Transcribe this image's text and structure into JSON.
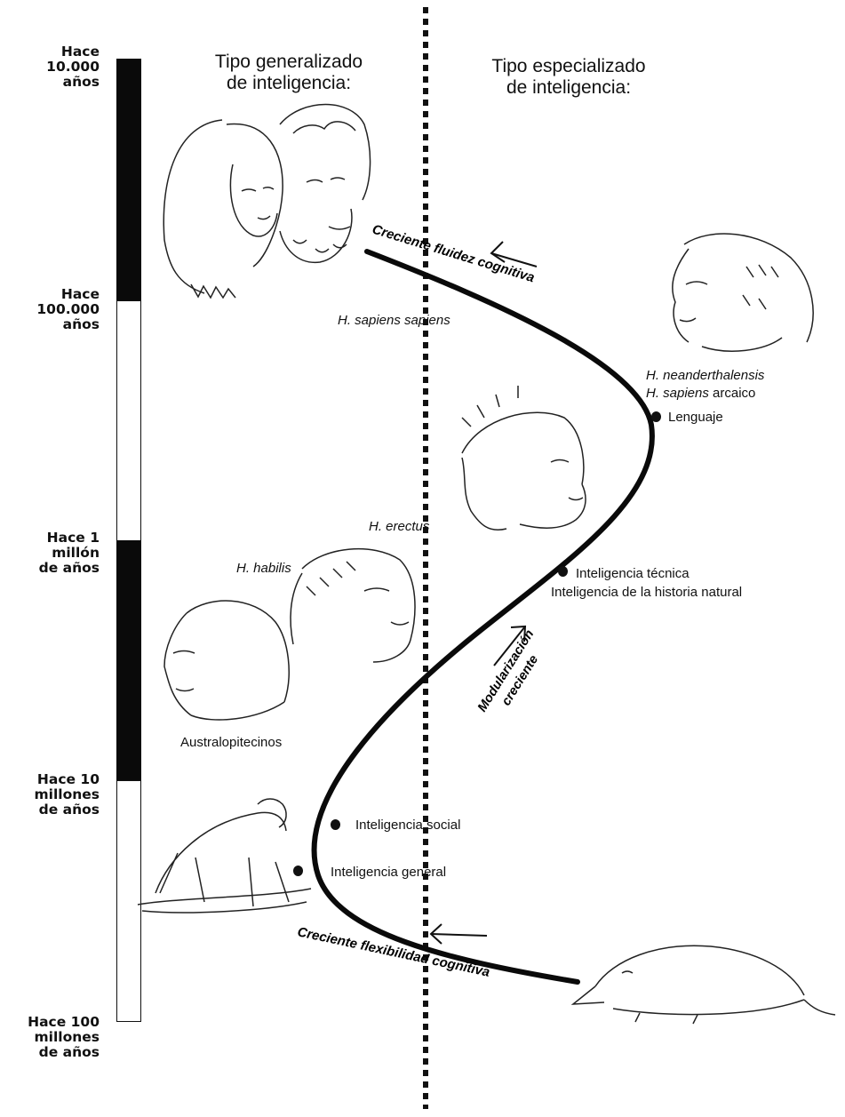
{
  "timeline": {
    "labels": [
      {
        "lines": [
          "Hace",
          "10.000",
          "años"
        ]
      },
      {
        "lines": [
          "Hace",
          "100.000",
          "años"
        ]
      },
      {
        "lines": [
          "Hace 1",
          "millón",
          "de años"
        ]
      },
      {
        "lines": [
          "Hace 10",
          "millones",
          "de años"
        ]
      },
      {
        "lines": [
          "Hace 100",
          "millones",
          "de años"
        ]
      }
    ]
  },
  "headers": {
    "generalized": [
      "Tipo generalizado",
      "de inteligencia:"
    ],
    "specialized": [
      "Tipo especializado",
      "de inteligencia:"
    ]
  },
  "species": {
    "sapiens_sapiens": "H. sapiens sapiens",
    "neanderthalensis": "H. neanderthalensis",
    "sapiens_arcaico_italic": "H. sapiens",
    "sapiens_arcaico_plain": "arcaico",
    "erectus": "H. erectus",
    "habilis": "H. habilis",
    "australopitecinos": "Australopitecinos"
  },
  "milestones": {
    "lenguaje": "Lenguaje",
    "tecnica": "Inteligencia técnica",
    "historia_natural": "Inteligencia de la historia natural",
    "social": "Inteligencia social",
    "general": "Inteligencia general"
  },
  "curve_labels": {
    "fluidez": "Creciente fluidez cognitiva",
    "modularizacion": [
      "Modularización",
      "creciente"
    ],
    "flexibilidad": "Creciente flexibilidad cognitiva"
  }
}
